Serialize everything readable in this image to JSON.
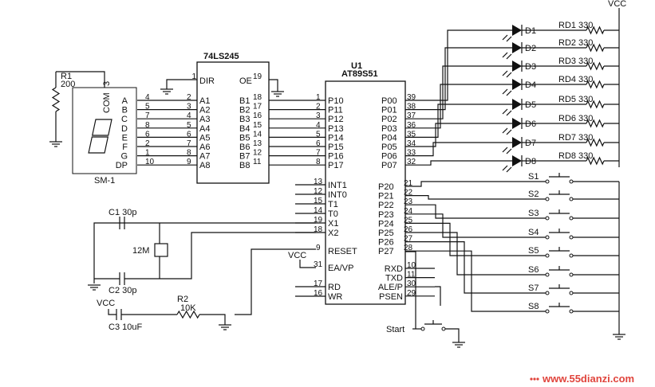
{
  "vcc_label": "VCC",
  "seg_display": {
    "resistor": {
      "name": "R1",
      "value": "200"
    },
    "com_label": "COM",
    "com_pin": "3",
    "name": "SM-1",
    "segments": [
      {
        "label": "A",
        "pin": "4"
      },
      {
        "label": "B",
        "pin": "5"
      },
      {
        "label": "C",
        "pin": "7"
      },
      {
        "label": "D",
        "pin": "8"
      },
      {
        "label": "E",
        "pin": "6"
      },
      {
        "label": "F",
        "pin": "2"
      },
      {
        "label": "G",
        "pin": "1"
      },
      {
        "label": "DP",
        "pin": "10"
      }
    ]
  },
  "buffer": {
    "name": "74LS245",
    "dir_label": "DIR",
    "dir_pin": "1",
    "oe_label": "OE",
    "oe_pin": "19",
    "a_pins": [
      {
        "label": "A1",
        "pin": "2"
      },
      {
        "label": "A2",
        "pin": "3"
      },
      {
        "label": "A3",
        "pin": "4"
      },
      {
        "label": "A4",
        "pin": "5"
      },
      {
        "label": "A5",
        "pin": "6"
      },
      {
        "label": "A6",
        "pin": "7"
      },
      {
        "label": "A7",
        "pin": "8"
      },
      {
        "label": "A8",
        "pin": "9"
      }
    ],
    "b_pins": [
      {
        "label": "B1",
        "pin": "18"
      },
      {
        "label": "B2",
        "pin": "17"
      },
      {
        "label": "B3",
        "pin": "16"
      },
      {
        "label": "B4",
        "pin": "15"
      },
      {
        "label": "B5",
        "pin": "14"
      },
      {
        "label": "B6",
        "pin": "13"
      },
      {
        "label": "B7",
        "pin": "12"
      },
      {
        "label": "B8",
        "pin": "11"
      }
    ]
  },
  "mcu": {
    "ref": "U1",
    "name": "AT89S51",
    "p1_pins": [
      {
        "label": "P10",
        "pin": "1"
      },
      {
        "label": "P11",
        "pin": "2"
      },
      {
        "label": "P12",
        "pin": "3"
      },
      {
        "label": "P13",
        "pin": "4"
      },
      {
        "label": "P14",
        "pin": "5"
      },
      {
        "label": "P15",
        "pin": "6"
      },
      {
        "label": "P16",
        "pin": "7"
      },
      {
        "label": "P17",
        "pin": "8"
      }
    ],
    "ctrl_pins": [
      {
        "label": "INT1",
        "pin": "13"
      },
      {
        "label": "INT0",
        "pin": "12"
      },
      {
        "label": "T1",
        "pin": "15"
      },
      {
        "label": "T0",
        "pin": "14"
      },
      {
        "label": "X1",
        "pin": "19"
      },
      {
        "label": "X2",
        "pin": "18"
      }
    ],
    "reset": {
      "label": "RESET",
      "pin": "9"
    },
    "eavp": {
      "label": "EA/VP",
      "pin": "31"
    },
    "rd": {
      "label": "RD",
      "pin": "17"
    },
    "wr": {
      "label": "WR",
      "pin": "16"
    },
    "p0_pins": [
      {
        "label": "P00",
        "pin": "39"
      },
      {
        "label": "P01",
        "pin": "38"
      },
      {
        "label": "P02",
        "pin": "37"
      },
      {
        "label": "P03",
        "pin": "36"
      },
      {
        "label": "P04",
        "pin": "35"
      },
      {
        "label": "P05",
        "pin": "34"
      },
      {
        "label": "P06",
        "pin": "33"
      },
      {
        "label": "P07",
        "pin": "32"
      }
    ],
    "p2_pins": [
      {
        "label": "P20",
        "pin": "21"
      },
      {
        "label": "P21",
        "pin": "22"
      },
      {
        "label": "P22",
        "pin": "23"
      },
      {
        "label": "P23",
        "pin": "24"
      },
      {
        "label": "P24",
        "pin": "25"
      },
      {
        "label": "P25",
        "pin": "26"
      },
      {
        "label": "P26",
        "pin": "27"
      },
      {
        "label": "P27",
        "pin": "28"
      }
    ],
    "right_ctrl": [
      {
        "label": "RXD",
        "pin": "10"
      },
      {
        "label": "TXD",
        "pin": "11"
      },
      {
        "label": "ALE/P",
        "pin": "30"
      },
      {
        "label": "PSEN",
        "pin": "29"
      }
    ]
  },
  "leds": [
    {
      "led": "D1",
      "res": "RD1 330"
    },
    {
      "led": "D2",
      "res": "RD2 330"
    },
    {
      "led": "D3",
      "res": "RD3 330"
    },
    {
      "led": "D4",
      "res": "RD4 330"
    },
    {
      "led": "D5",
      "res": "RD5 330"
    },
    {
      "led": "D6",
      "res": "RD6 330"
    },
    {
      "led": "D7",
      "res": "RD7 330"
    },
    {
      "led": "D8",
      "res": "RD8 330"
    }
  ],
  "switches": [
    "S1",
    "S2",
    "S3",
    "S4",
    "S5",
    "S6",
    "S7",
    "S8"
  ],
  "start_label": "Start",
  "clock": {
    "c1": "C1 30p",
    "c2": "C2 30p",
    "crystal": "12M"
  },
  "reset_circuit": {
    "vcc": "VCC",
    "c3": "C3 10uF",
    "r2": "R2",
    "r2_value": "10K"
  },
  "watermark": "www.55dianzi.com"
}
